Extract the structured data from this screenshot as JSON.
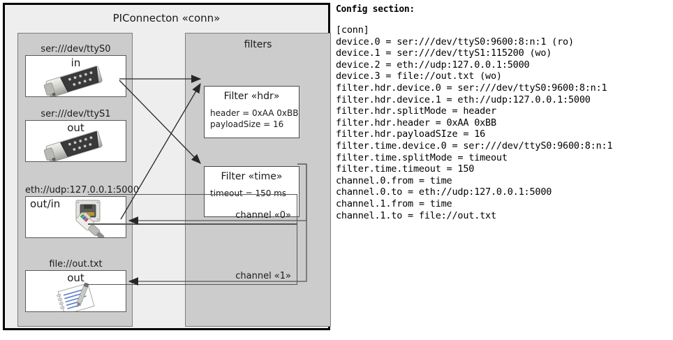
{
  "diagram": {
    "title": "PIConnecton «conn»",
    "devices_panel": {
      "devices": [
        {
          "label": "ser:///dev/ttyS0",
          "direction": "in",
          "icon": "serial-db9-icon"
        },
        {
          "label": "ser:///dev/ttyS1",
          "direction": "out",
          "icon": "serial-db9-icon"
        },
        {
          "label": "eth://udp:127.0.0.1:5000",
          "direction": "out/in",
          "icon": "ethernet-rj45-icon"
        },
        {
          "label": "file://out.txt",
          "direction": "out",
          "icon": "text-file-icon"
        }
      ]
    },
    "filters_panel": {
      "title": "filters",
      "filters": [
        {
          "title": "Filter «hdr»",
          "props": [
            "header = 0xAA 0xBB",
            "payloadSize = 16"
          ]
        },
        {
          "title": "Filter «time»",
          "props": [
            "timeout = 150 ms"
          ]
        }
      ],
      "channels": [
        {
          "label": "channel «0»"
        },
        {
          "label": "channel «1»"
        }
      ]
    }
  },
  "config": {
    "heading": "Config section:",
    "lines": [
      "[conn]",
      "device.0 = ser:///dev/ttyS0:9600:8:n:1 (ro)",
      "device.1 = ser:///dev/ttyS1:115200 (wo)",
      "device.2 = eth://udp:127.0.0.1:5000",
      "device.3 = file://out.txt (wo)",
      "filter.hdr.device.0 = ser:///dev/ttyS0:9600:8:n:1",
      "filter.hdr.device.1 = eth://udp:127.0.0.1:5000",
      "filter.hdr.splitMode = header",
      "filter.hdr.header = 0xAA 0xBB",
      "filter.hdr.payloadSIze = 16",
      "filter.time.device.0 = ser:///dev/ttyS0:9600:8:n:1",
      "filter.time.splitMode = timeout",
      "filter.time.timeout = 150",
      "channel.0.from = time",
      "channel.0.to = eth://udp:127.0.0.1:5000",
      "channel.1.from = time",
      "channel.1.to = file://out.txt"
    ]
  },
  "colors": {
    "frame": "#000000",
    "panel_bg": "#cccccc",
    "canvas_bg": "#eeeeee",
    "card_bg": "#ffffff",
    "line": "#333333"
  }
}
